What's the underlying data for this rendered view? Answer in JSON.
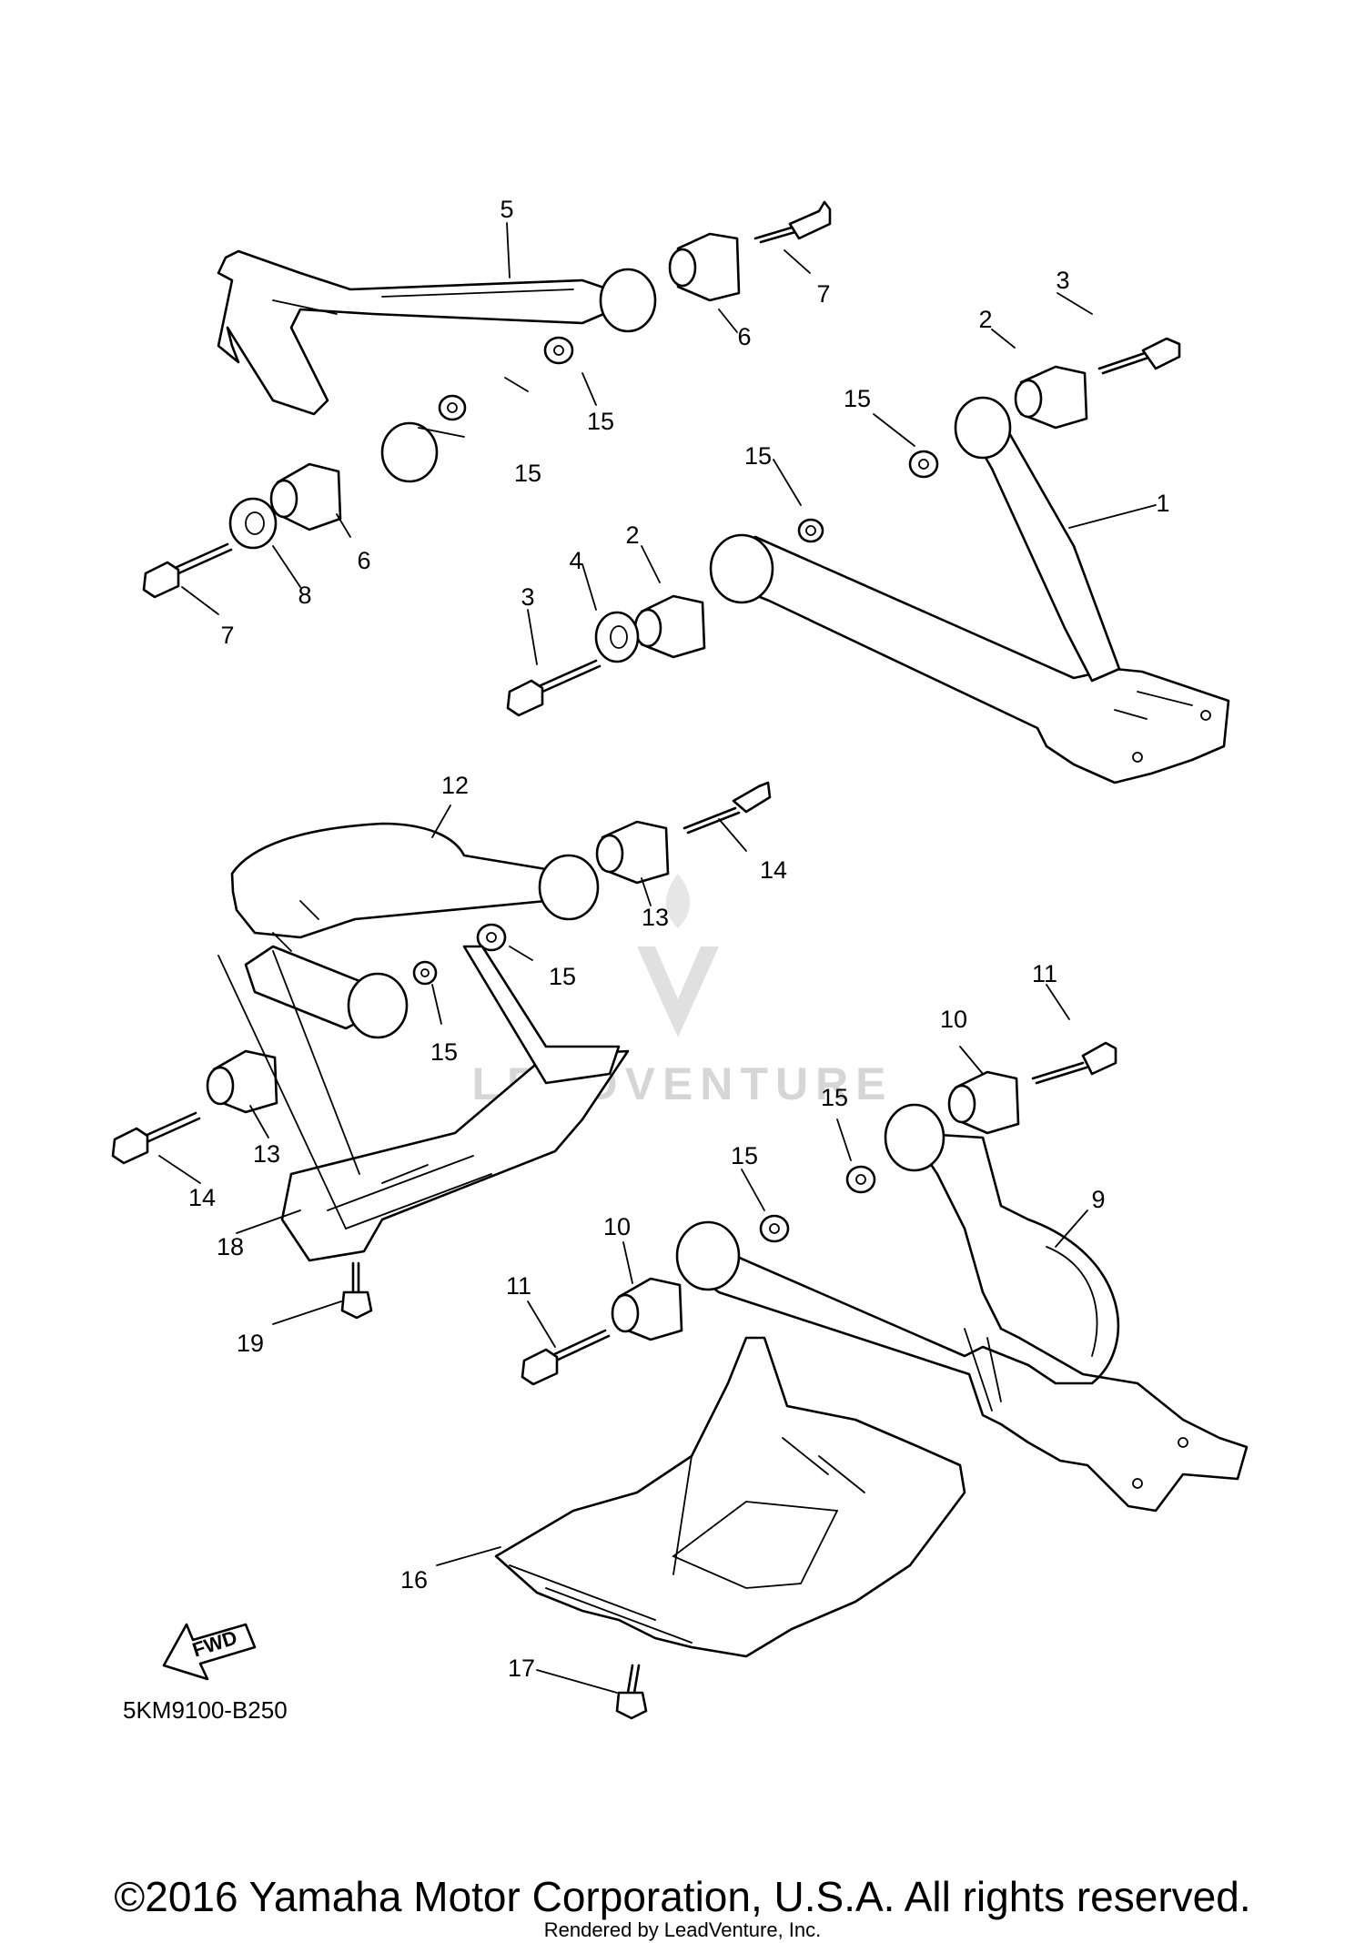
{
  "diagram": {
    "part_code": "5KM9100-B250",
    "fwd_label": "FWD",
    "watermark": "LEADVENTURE",
    "copyright": "©2016 Yamaha Motor Corporation, U.S.A. All rights reserved.",
    "rendered_by": "Rendered by LeadVenture, Inc.",
    "callouts": [
      "1",
      "2",
      "2",
      "3",
      "3",
      "4",
      "5",
      "6",
      "6",
      "7",
      "7",
      "8",
      "9",
      "10",
      "10",
      "11",
      "11",
      "12",
      "13",
      "13",
      "14",
      "14",
      "15",
      "15",
      "15",
      "15",
      "15",
      "15",
      "15",
      "15",
      "16",
      "17",
      "18",
      "19"
    ]
  }
}
